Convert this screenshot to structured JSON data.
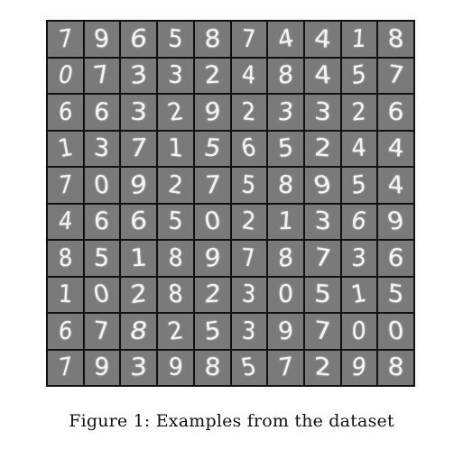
{
  "figure": {
    "caption": "Figure 1: Examples from the dataset",
    "grid": {
      "rows": [
        [
          "7",
          "9",
          "6",
          "5",
          "8",
          "7",
          "4",
          "4",
          "1",
          "8"
        ],
        [
          "0",
          "7",
          "3",
          "3",
          "2",
          "4",
          "8",
          "4",
          "5",
          "7"
        ],
        [
          "6",
          "6",
          "3",
          "2",
          "9",
          "2",
          "3",
          "3",
          "2",
          "6"
        ],
        [
          "1",
          "3",
          "7",
          "1",
          "5",
          "6",
          "5",
          "2",
          "4",
          "4"
        ],
        [
          "7",
          "0",
          "9",
          "2",
          "7",
          "5",
          "8",
          "9",
          "5",
          "4"
        ],
        [
          "4",
          "6",
          "6",
          "5",
          "0",
          "2",
          "1",
          "3",
          "6",
          "9"
        ],
        [
          "8",
          "5",
          "1",
          "8",
          "9",
          "7",
          "8",
          "7",
          "3",
          "6"
        ],
        [
          "1",
          "0",
          "2",
          "8",
          "2",
          "3",
          "0",
          "5",
          "1",
          "5"
        ],
        [
          "6",
          "7",
          "8",
          "2",
          "5",
          "3",
          "9",
          "7",
          "0",
          "0"
        ],
        [
          "7",
          "9",
          "3",
          "9",
          "8",
          "5",
          "7",
          "2",
          "9",
          "8"
        ]
      ]
    }
  }
}
